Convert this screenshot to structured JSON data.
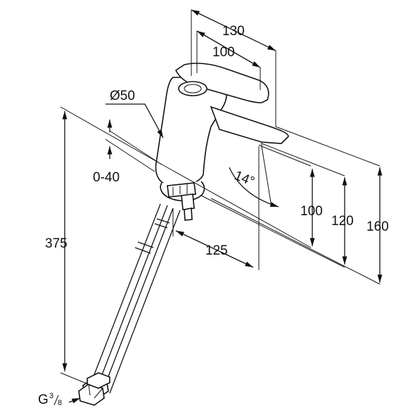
{
  "dimensions": {
    "d130": "130",
    "d100_top": "100",
    "diameter": "Ø50",
    "range": "0-40",
    "height_total": "375",
    "d125": "125",
    "angle": "14°",
    "d100_right": "100",
    "d120": "120",
    "d160": "160"
  },
  "connection": {
    "prefix": "G",
    "num": "3",
    "den": "8"
  },
  "colors": {
    "line": "#111111",
    "background": "#ffffff"
  }
}
